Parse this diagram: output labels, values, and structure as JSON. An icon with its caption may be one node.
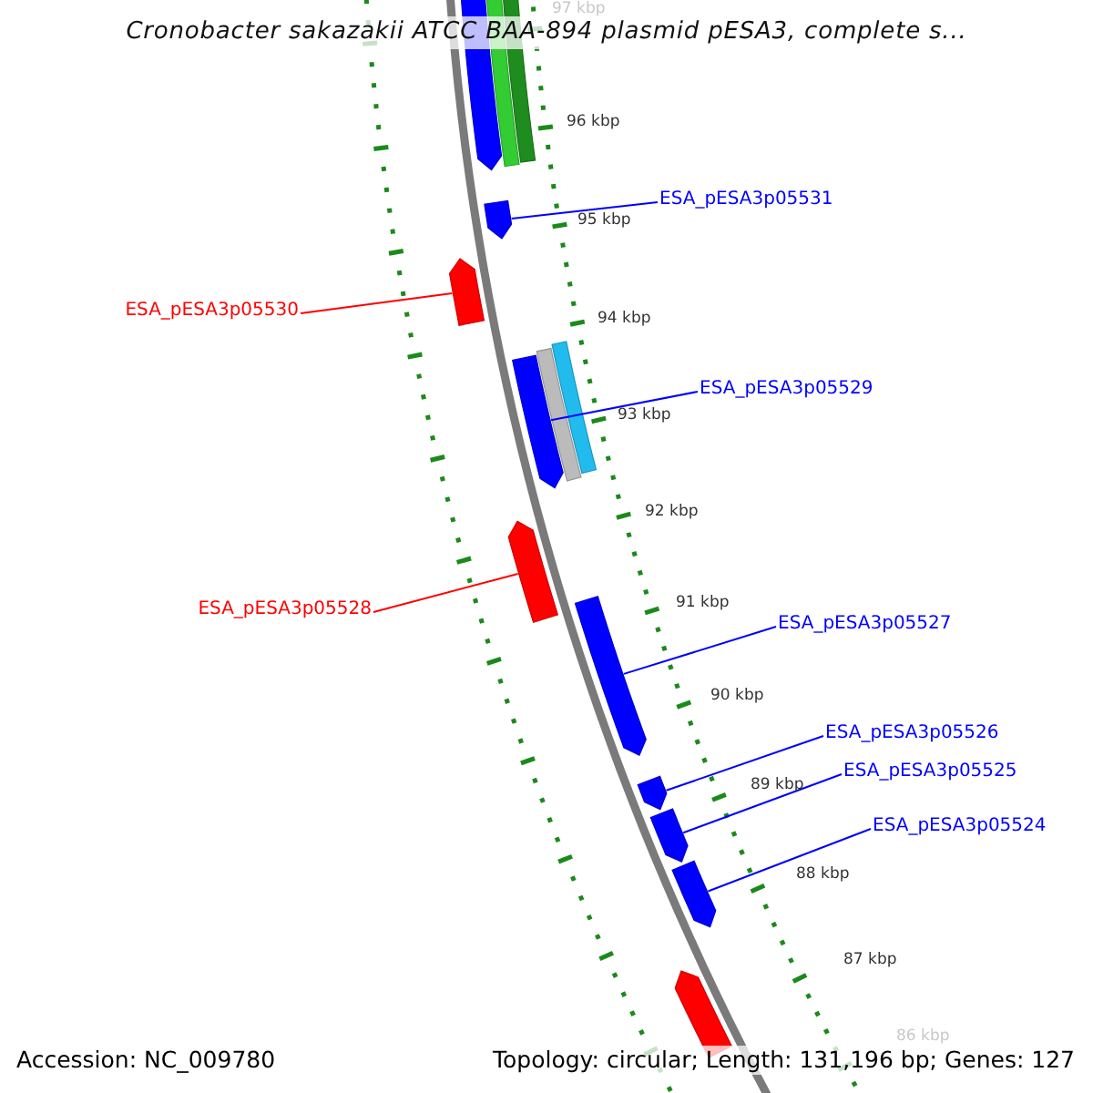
{
  "diagram": {
    "title": "Cronobacter sakazakii ATCC BAA-894 plasmid pESA3, complete s...",
    "nodes": [
      {
        "text": [
          "ESA_pESA3p05531"
        ]
      },
      {
        "text": [
          "ESA_pESA3p05530"
        ]
      },
      {
        "text": [
          "ESA_pESA3p05529"
        ]
      },
      {
        "text": [
          "ESA_pESA3p05528"
        ]
      },
      {
        "text": [
          "ESA_pESA3p05527"
        ]
      },
      {
        "text": [
          "ESA_pESA3p05526"
        ]
      },
      {
        "text": [
          "ESA_pESA3p05525"
        ]
      },
      {
        "text": [
          "ESA_pESA3p05524"
        ]
      },
      {
        "text": [],
        "shape": "bar"
      },
      {
        "text": [],
        "shape": "bar"
      },
      {
        "text": [],
        "shape": "bar"
      },
      {
        "text": [],
        "shape": "bar"
      },
      {
        "text": [],
        "shape": "bar"
      },
      {
        "text": [],
        "shape": "bar"
      },
      {
        "text": [],
        "shape": "bar"
      },
      {
        "text": [],
        "shape": "bar"
      },
      {
        "text": [],
        "shape": "bar"
      },
      {
        "text": [],
        "shape": "bar"
      },
      {
        "text": [],
        "shape": "bar"
      },
      {
        "text": [],
        "shape": "bar"
      },
      {
        "text": [],
        "shape": "bar"
      },
      {
        "text": [],
        "shape": "bar"
      }
    ],
    "edges": [
      {
        "from": 0,
        "to": 11,
        "arrow": "none"
      },
      {
        "from": 1,
        "to": 12,
        "arrow": "none",
        "color": "#ff0000"
      },
      {
        "from": 2,
        "to": 13,
        "arrow": "none"
      },
      {
        "from": 3,
        "to": 16,
        "arrow": "none",
        "color": "#ff0000"
      },
      {
        "from": 4,
        "to": 17,
        "arrow": "none"
      },
      {
        "from": 5,
        "to": 18,
        "arrow": "none"
      },
      {
        "from": 6,
        "to": 19,
        "arrow": "none"
      },
      {
        "from": 7,
        "to": 20,
        "arrow": "none"
      }
    ],
    "labels": [
      "97 kbp",
      "96 kbp",
      "95 kbp",
      "94 kbp",
      "93 kbp",
      "92 kbp",
      "91 kbp",
      "90 kbp",
      "89 kbp",
      "88 kbp",
      "87 kbp",
      "86 kbp",
      "Accession: NC_009780",
      "Topology: circular; Length: 131,196 bp; Genes: 127"
    ]
  }
}
